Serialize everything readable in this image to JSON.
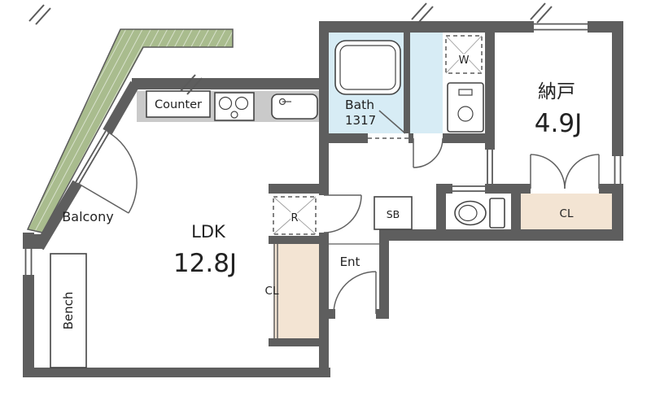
{
  "plan": {
    "ldk": {
      "name": "LDK",
      "size": "12.8J"
    },
    "storage": {
      "name": "納戸",
      "size": "4.9J"
    },
    "bath": {
      "name": "Bath",
      "size": "1317"
    },
    "balcony_label": "Balcony",
    "bench_label": "Bench",
    "counter_label": "Counter",
    "entrance_label": "Ent",
    "shoe_box_label": "SB",
    "closet_entry_label": "CL",
    "closet_ldk_label": "CL",
    "washer_label": "W",
    "refrigerator_label": "R"
  },
  "colors": {
    "wall": "#5E5E5E",
    "water_blue": "#D7ECF5",
    "balcony_green": "#A9BC8E",
    "closet_beige": "#F3E4D3",
    "counter_gray": "#CACACA",
    "line": "#444444",
    "text": "#222222"
  }
}
